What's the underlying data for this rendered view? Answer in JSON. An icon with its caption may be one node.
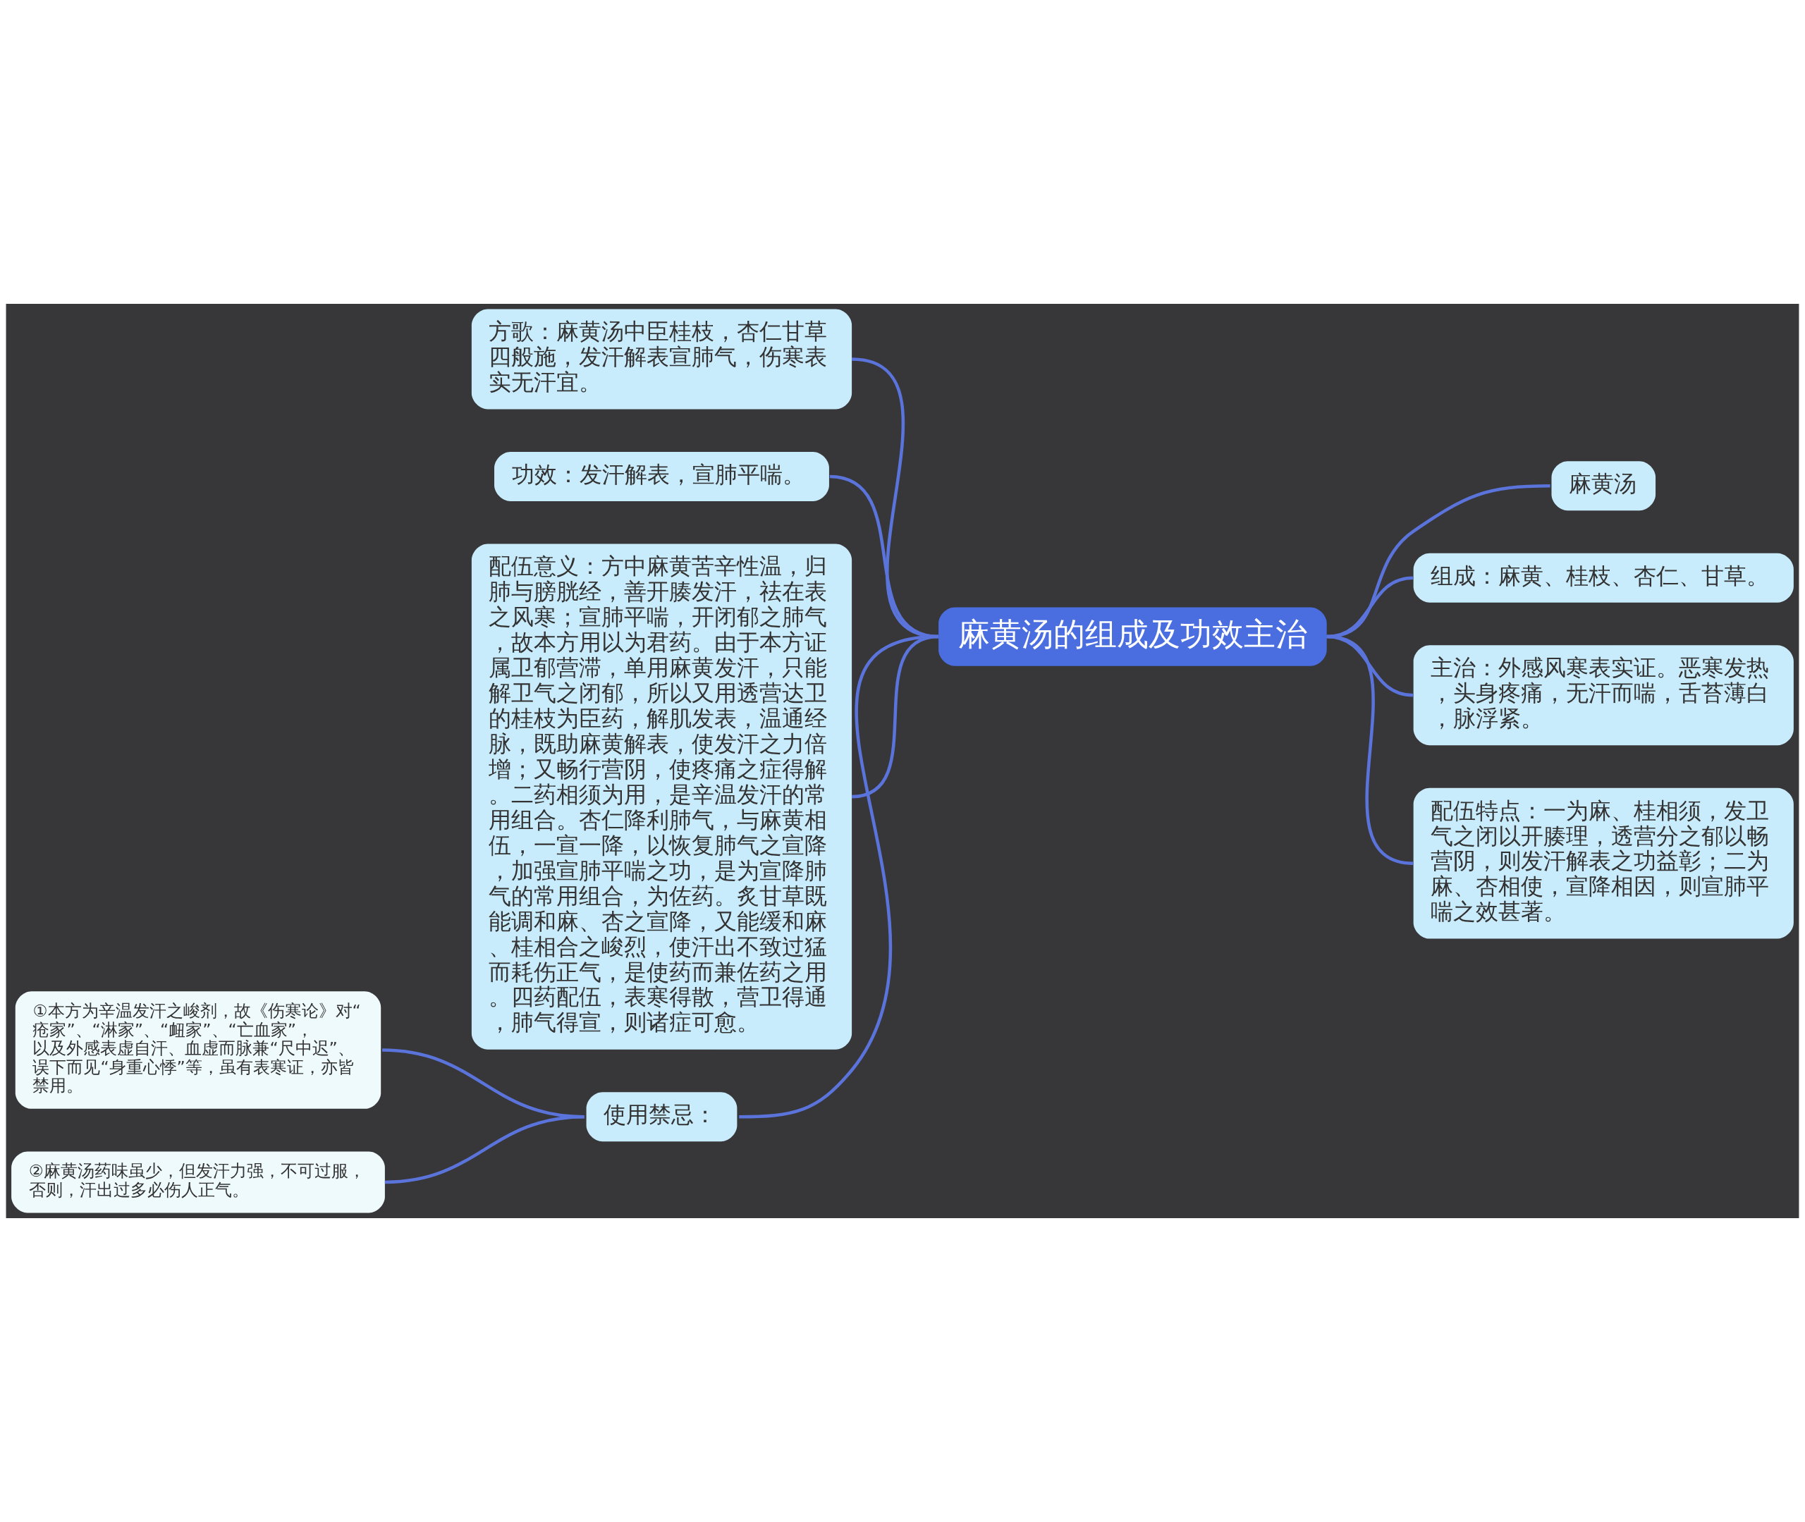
{
  "diagram": {
    "nodes": [
      {
        "text": [
          "麻黄汤的组成及功效主治"
        ]
      },
      {
        "text": [
          "方歌：麻黄汤中臣桂枝，杏仁甘草四般施，发汗解表宣肺气，伤寒表实无汗宜。"
        ]
      },
      {
        "text": [
          "功效：发汗解表，宣肺平喘。"
        ]
      },
      {
        "text": [
          "配伍意义：方中麻黄苦辛性温，归肺与膀胱经，善开腠发汗，祛在表之风寒；宣肺平喘，开闭郁之肺气，故本方用以为君药。由于本方证属卫郁营滞，单用麻黄发汗，只能解卫气之闭郁，所以又用透营达卫的桂枝为臣药，解肌发表，温通经脉，既助麻黄解表，使发汗之力倍增；又畅行营阴，使疼痛之症得解。二药相须为用，是辛温发汗的常用组合。杏仁降利肺气，与麻黄相伍，一宣一降，以恢复肺气之宣降，加强宣肺平喘之功，是为宣降肺气的常用组合，为佐药。炙甘草既能调和麻、杏之宣降，又能缓和麻、桂相合之峻烈，使汗出不致过猛而耗伤正气，是使药而兼佐药之用。四药配伍，表寒得散，营卫得通，肺气得宣，则诸症可愈。"
        ]
      },
      {
        "text": [
          "使用禁忌："
        ]
      },
      {
        "text": [
          "①本方为辛温发汗之峻剂，故《伤寒论》对“疮家”、“淋家”、“衄家”、“亡血家”，以及外感表虚自汗、血虚而脉兼“尺中迟”、误下而见“身重心悸”等，虽有表寒证，亦皆禁用。"
        ]
      },
      {
        "text": [
          "②麻黄汤药味虽少，但发汗力强，不可过服，否则，汗出过多必伤人正气。"
        ]
      },
      {
        "text": [
          "麻黄汤"
        ]
      },
      {
        "text": [
          "组成：麻黄、桂枝、杏仁、甘草。"
        ]
      },
      {
        "text": [
          "主治：外感风寒表实证。恶寒发热，头身疼痛，无汗而喘，舌苔薄白，脉浮紧。"
        ]
      },
      {
        "text": [
          "配伍特点：一为麻、桂相须，发卫气之闭以开腠理，透营分之郁以畅营阴，则发汗解表之功益彰；二为麻、杏相使，宣降相因，则宣肺平喘之效甚著。"
        ]
      }
    ],
    "edges": [
      {
        "from": 0,
        "to": 1,
        "arrow": "none"
      },
      {
        "from": 0,
        "to": 2,
        "arrow": "none"
      },
      {
        "from": 0,
        "to": 3,
        "arrow": "none"
      },
      {
        "from": 0,
        "to": 4,
        "arrow": "none"
      },
      {
        "from": 4,
        "to": 5,
        "arrow": "none"
      },
      {
        "from": 4,
        "to": 6,
        "arrow": "none"
      },
      {
        "from": 0,
        "to": 7,
        "arrow": "none"
      },
      {
        "from": 0,
        "to": 8,
        "arrow": "none"
      },
      {
        "from": 0,
        "to": 9,
        "arrow": "none"
      },
      {
        "from": 0,
        "to": 10,
        "arrow": "none"
      }
    ]
  }
}
